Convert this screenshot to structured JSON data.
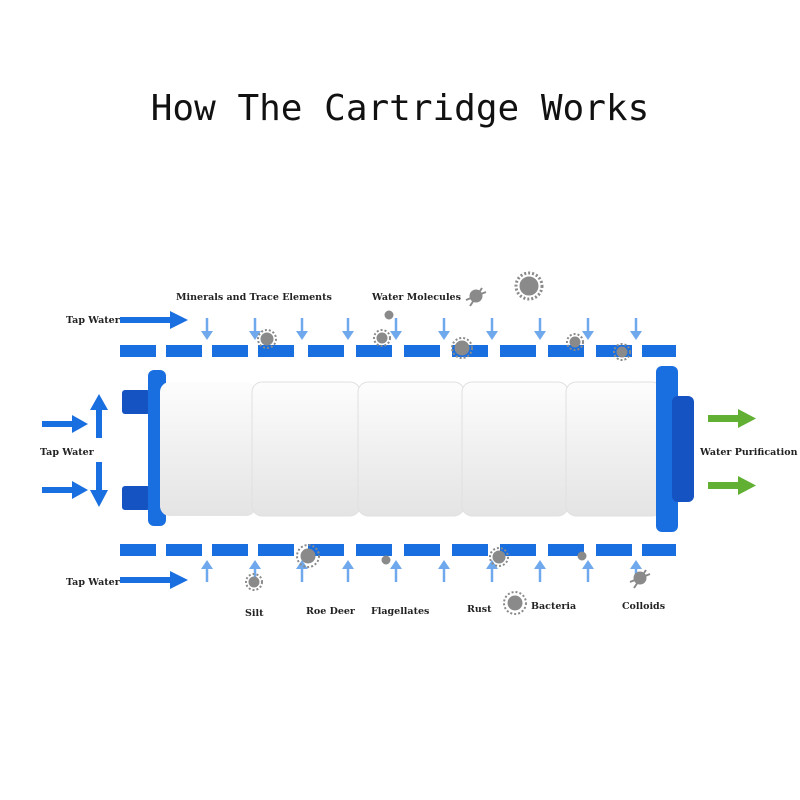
{
  "title": "How The Cartridge Works",
  "labels": {
    "tap_water_top": "Tap Water",
    "tap_water_left": "Tap Water",
    "tap_water_bottom": "Tap Water",
    "water_purification": "Water Purification",
    "minerals": "Minerals and Trace Elements",
    "water_molecules": "Water Molecules",
    "silt": "Silt",
    "roe_deer": "Roe Deer",
    "flagellates": "Flagellates",
    "rust": "Rust",
    "bacteria": "Bacteria",
    "colloids": "Colloids"
  },
  "colors": {
    "blue": "#1a6fe0",
    "blue_light": "#6fa8ec",
    "green": "#62b033",
    "cartridge": "#f4f4f4",
    "particle": "#8a8a8a"
  },
  "icons": [
    "flow-arrow-icon",
    "particle-icon",
    "purified-arrow-icon",
    "filter-cartridge-icon"
  ]
}
